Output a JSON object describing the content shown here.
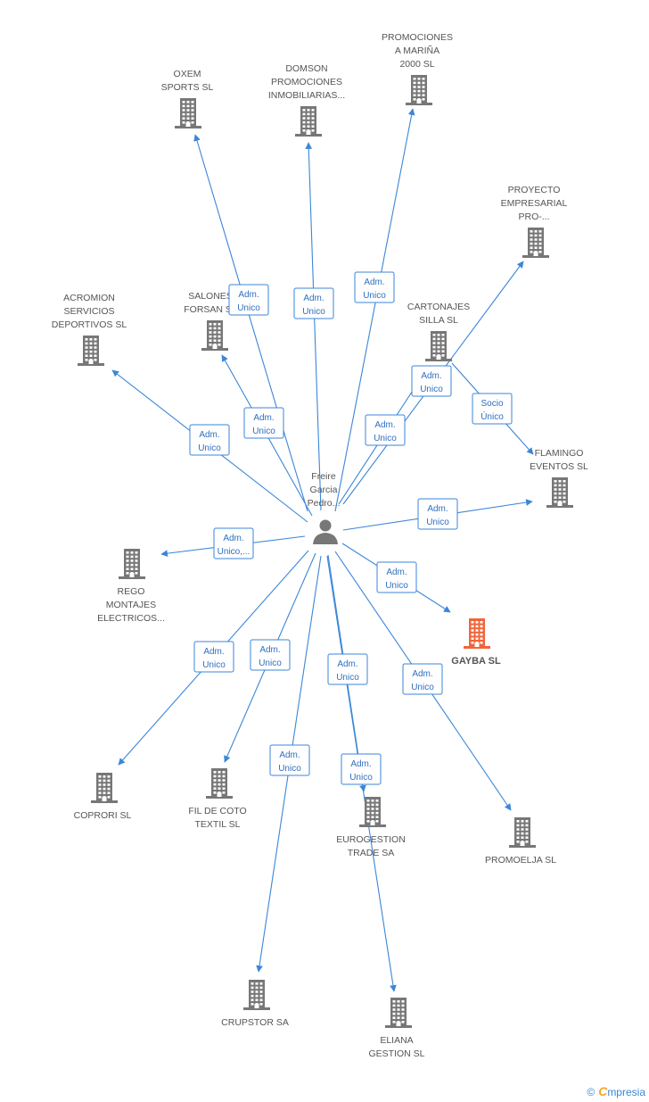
{
  "center": {
    "label_lines": [
      "Freire",
      "Garcia",
      "Pedro..."
    ]
  },
  "nodes": [
    {
      "id": "oxem",
      "lines": [
        "OXEM",
        "SPORTS SL"
      ]
    },
    {
      "id": "domson",
      "lines": [
        "DOMSON",
        "PROMOCIONES",
        "INMOBILIARIAS..."
      ]
    },
    {
      "id": "marina",
      "lines": [
        "PROMOCIONES",
        "A MARIÑA",
        "2000 SL"
      ]
    },
    {
      "id": "proyecto",
      "lines": [
        "PROYECTO",
        "EMPRESARIAL",
        "PRO-..."
      ]
    },
    {
      "id": "acromion",
      "lines": [
        "ACROMION",
        "SERVICIOS",
        "DEPORTIVOS SL"
      ]
    },
    {
      "id": "salones",
      "lines": [
        "SALONES",
        "FORSAN SL"
      ]
    },
    {
      "id": "cartonajes",
      "lines": [
        "CARTONAJES",
        "SILLA  SL"
      ]
    },
    {
      "id": "flamingo",
      "lines": [
        "FLAMINGO",
        "EVENTOS SL"
      ]
    },
    {
      "id": "rego",
      "lines": [
        "REGO",
        "MONTAJES",
        "ELECTRICOS..."
      ]
    },
    {
      "id": "gayba",
      "lines": [
        "GAYBA SL"
      ],
      "focus": true
    },
    {
      "id": "coprori",
      "lines": [
        "COPRORI SL"
      ]
    },
    {
      "id": "filcoto",
      "lines": [
        "FIL DE COTO",
        "TEXTIL  SL"
      ]
    },
    {
      "id": "eurogestion",
      "lines": [
        "EUROGESTION",
        "TRADE SA"
      ]
    },
    {
      "id": "promoelja",
      "lines": [
        "PROMOELJA SL"
      ]
    },
    {
      "id": "crupstor",
      "lines": [
        "CRUPSTOR SA"
      ]
    },
    {
      "id": "eliana",
      "lines": [
        "ELIANA",
        "GESTION SL"
      ]
    }
  ],
  "edges": [
    {
      "target": "oxem",
      "label_lines": [
        "Adm.",
        "Unico"
      ]
    },
    {
      "target": "domson",
      "label_lines": [
        "Adm.",
        "Unico"
      ]
    },
    {
      "target": "marina",
      "label_lines": [
        "Adm.",
        "Unico"
      ]
    },
    {
      "target": "proyecto",
      "label_lines": [
        "Adm.",
        "Unico"
      ]
    },
    {
      "target": "acromion",
      "label_lines": [
        "Adm.",
        "Unico"
      ]
    },
    {
      "target": "salones",
      "label_lines": [
        "Adm.",
        "Unico"
      ]
    },
    {
      "target": "cartonajes",
      "label_lines": [
        "Adm.",
        "Unico"
      ]
    },
    {
      "target": "flamingo",
      "label_lines": [
        "Adm.",
        "Unico"
      ]
    },
    {
      "target": "rego",
      "label_lines": [
        "Adm.",
        "Unico,..."
      ]
    },
    {
      "target": "gayba",
      "label_lines": [
        "Adm.",
        "Unico"
      ]
    },
    {
      "target": "coprori",
      "label_lines": [
        "Adm.",
        "Unico"
      ]
    },
    {
      "target": "filcoto",
      "label_lines": [
        "Adm.",
        "Unico"
      ]
    },
    {
      "target": "eurogestion",
      "label_lines": [
        "Adm.",
        "Unico"
      ]
    },
    {
      "target": "promoelja",
      "label_lines": [
        "Adm.",
        "Unico"
      ]
    },
    {
      "target": "crupstor",
      "label_lines": [
        "Adm.",
        "Unico"
      ]
    },
    {
      "target": "eliana",
      "label_lines": [
        "Adm.",
        "Unico"
      ]
    },
    {
      "source": "cartonajes",
      "target": "flamingo",
      "label_lines": [
        "Socio",
        "Único"
      ]
    }
  ],
  "footer": {
    "copyright": "©",
    "brand_initial": "C",
    "brand_rest": "mpresia"
  },
  "colors": {
    "edge": "#3b86d8",
    "node": "#777777",
    "focus": "#f0663a"
  }
}
